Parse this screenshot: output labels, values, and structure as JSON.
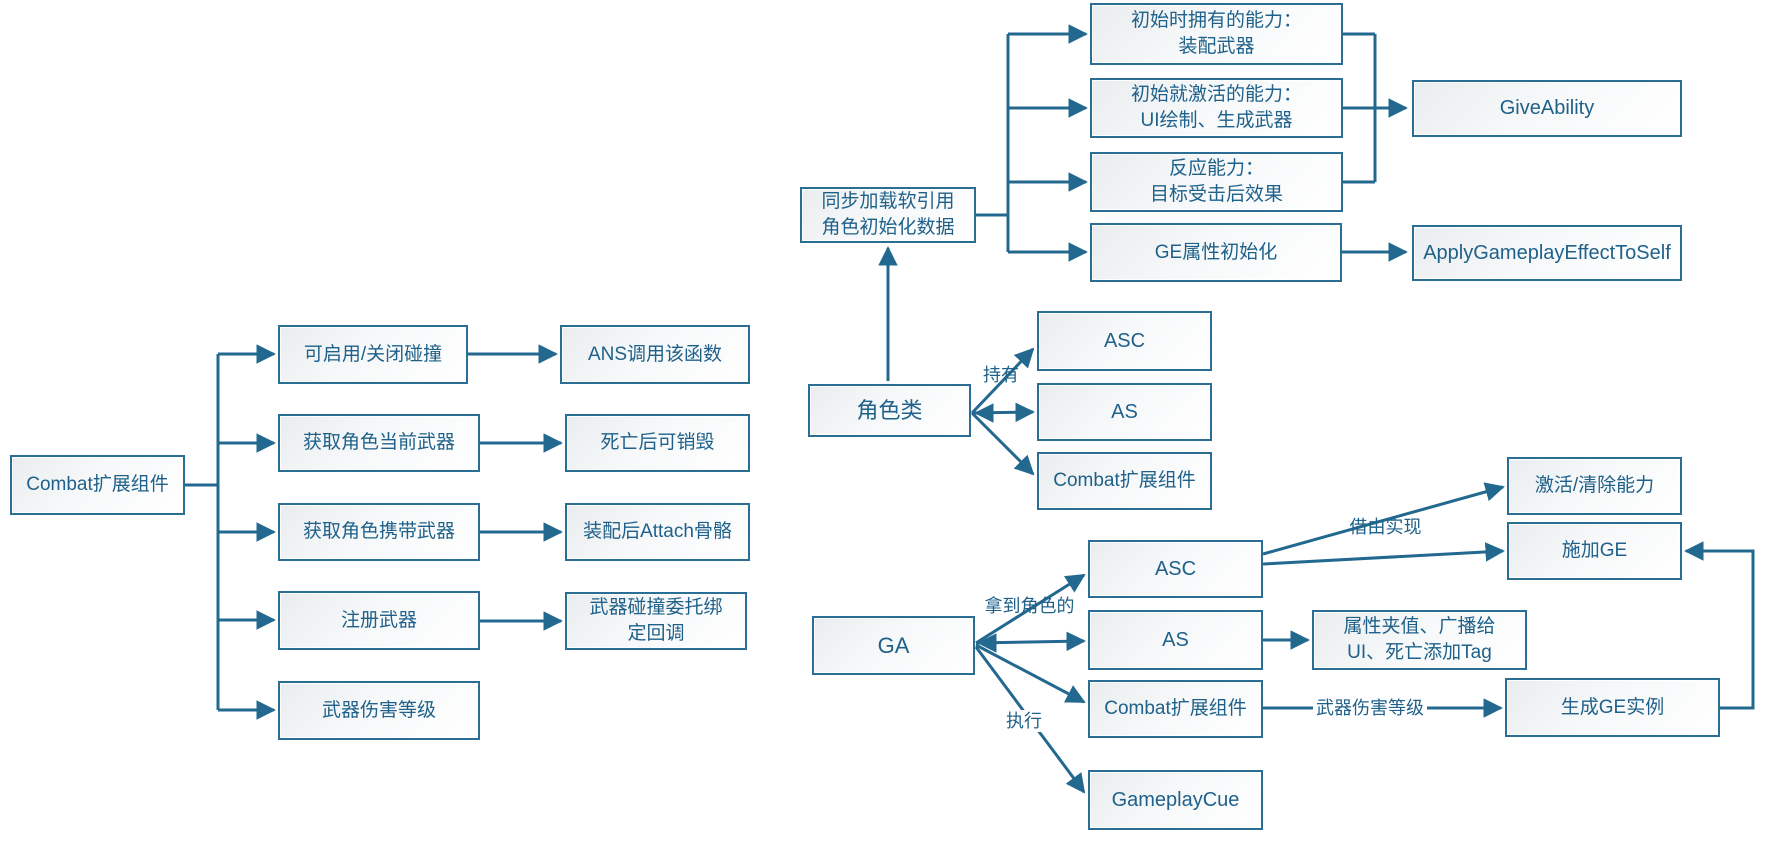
{
  "colors": {
    "line": "#23688F",
    "border": "#2A6E94",
    "text": "#1F618A",
    "box_fill_top": "#EAEDEF",
    "box_fill_bottom": "#FFFFFF"
  },
  "nodes": {
    "combat_root": "Combat扩展组件",
    "toggle_collision": "可启用/关闭碰撞",
    "ans_call": "ANS调用该函数",
    "get_current_weapon": "获取角色当前武器",
    "destroy_after_death": "死亡后可销毁",
    "get_carried_weapon": "获取角色携带武器",
    "attach_after_equip": "装配后Attach骨骼",
    "register_weapon": "注册武器",
    "collision_delegate": "武器碰撞委托绑\n定回调",
    "weapon_damage_level": "武器伤害等级",
    "sync_load": "同步加载软引用\n角色初始化数据",
    "initial_owned": "初始时拥有的能力：\n装配武器",
    "initial_active": "初始就激活的能力：\nUI绘制、生成武器",
    "reactive_ability": "反应能力：\n目标受击后效果",
    "ge_attr_init": "GE属性初始化",
    "give_ability": "GiveAbility",
    "apply_ge_to_self": "ApplyGameplayEffectToSelf",
    "role_class": "角色类",
    "asc_held": "ASC",
    "as_held": "AS",
    "combat_held": "Combat扩展组件",
    "ga": "GA",
    "asc_ga": "ASC",
    "as_ga": "AS",
    "combat_ga": "Combat扩展组件",
    "gameplay_cue": "GameplayCue",
    "activate_clear": "激活/清除能力",
    "apply_ge": "施加GE",
    "attr_clamp": "属性夹值、广播给\nUI、死亡添加Tag",
    "gen_ge_instance": "生成GE实例"
  },
  "labels": {
    "holds": "持有",
    "get_character": "拿到角色的",
    "execute": "执行",
    "via_implementation": "借由实现",
    "weapon_damage_edge": "武器伤害等级"
  }
}
